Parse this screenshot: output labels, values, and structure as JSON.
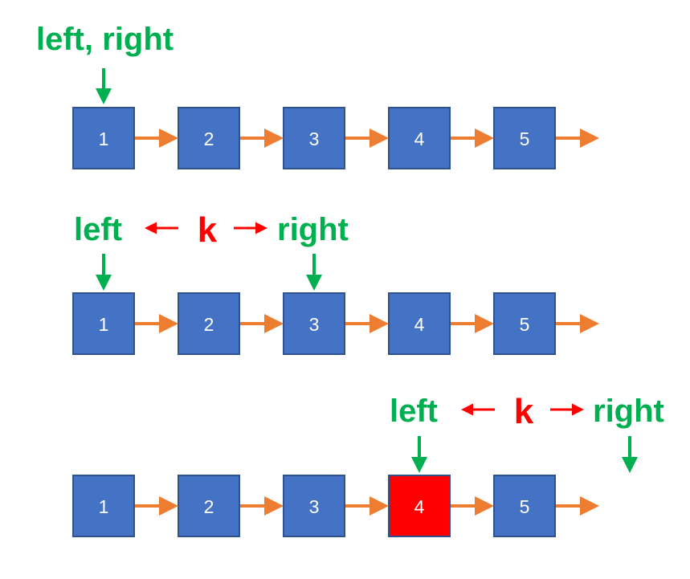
{
  "colors": {
    "node_fill": "#4472c4",
    "node_highlight": "#ff0000",
    "node_border": "#2f528f",
    "link": "#ed7d31",
    "pointer": "#00b050",
    "k": "#ff0000"
  },
  "stages": [
    {
      "nodes": [
        "1",
        "2",
        "3",
        "4",
        "5"
      ],
      "highlight": null,
      "pointer_label": "left, right",
      "pointer_node": 0
    },
    {
      "nodes": [
        "1",
        "2",
        "3",
        "4",
        "5"
      ],
      "highlight": null,
      "left_label": "left",
      "k_label": "k",
      "right_label": "right",
      "left_node": 0,
      "right_node": 2
    },
    {
      "nodes": [
        "1",
        "2",
        "3",
        "4",
        "5"
      ],
      "highlight": 3,
      "left_label": "left",
      "k_label": "k",
      "right_label": "right",
      "left_node": 3,
      "right_node": 5
    }
  ]
}
